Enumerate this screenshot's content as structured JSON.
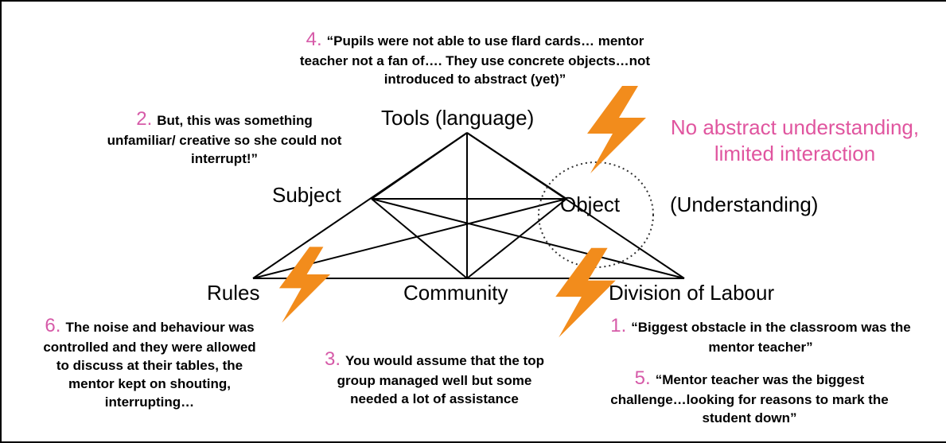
{
  "diagram": {
    "nodes": {
      "tools": "Tools (language)",
      "subject": "Subject",
      "object": "Object",
      "object_annotation": "(Understanding)",
      "rules": "Rules",
      "community": "Community",
      "division": "Division of Labour"
    },
    "highlight": {
      "line1": "No abstract understanding,",
      "line2": "limited interaction"
    },
    "colors": {
      "accent": "#e0559f",
      "number": "#d65aa8",
      "bolt": "#f28c1c",
      "line": "#000000"
    },
    "notes": [
      {
        "id": "note-1",
        "num": "1.",
        "lines": [
          "“Biggest obstacle in the classroom was the",
          "mentor teacher”"
        ]
      },
      {
        "id": "note-2",
        "num": "2.",
        "lines": [
          "But, this was something",
          "unfamiliar/ creative so she could not",
          "interrupt!”"
        ]
      },
      {
        "id": "note-3",
        "num": "3.",
        "lines": [
          "You would assume that the top",
          "group managed well but some",
          "needed a lot of assistance"
        ]
      },
      {
        "id": "note-4",
        "num": "4.",
        "lines": [
          "“Pupils were not able to use flard cards… mentor",
          "teacher not a fan of…. They use concrete objects…not",
          "introduced to abstract (yet)”"
        ]
      },
      {
        "id": "note-5",
        "num": "5.",
        "lines": [
          "“Mentor teacher was the biggest",
          "challenge…looking for reasons to mark the",
          "student down”"
        ]
      },
      {
        "id": "note-6",
        "num": "6.",
        "lines": [
          "The noise and behaviour was",
          "controlled and they were allowed",
          "to discuss at their tables, the",
          "mentor kept on shouting,",
          "interrupting…"
        ]
      }
    ],
    "icons": [
      "lightning-bolt-icon",
      "dotted-circle-icon"
    ]
  }
}
